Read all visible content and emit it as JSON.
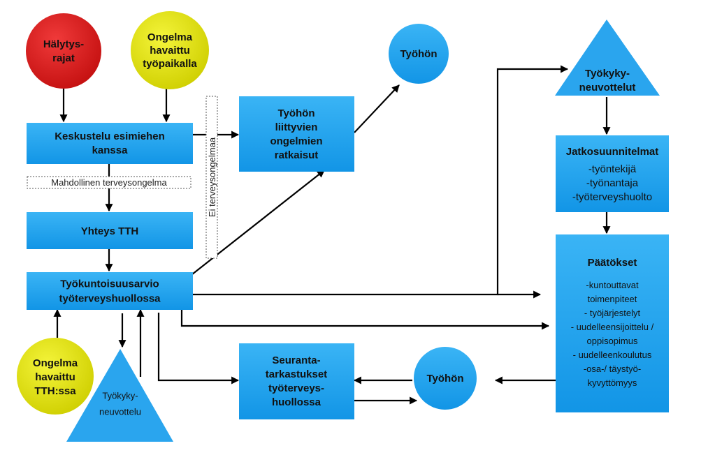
{
  "colors": {
    "box": "#22a7f0",
    "red_circle": "#dd1a1a",
    "yellow_circle": "#e6e600",
    "blue_circle": "#22a7f0",
    "triangle": "#2aa5ee",
    "line": "#000000"
  },
  "nodes": {
    "halytysrajat": [
      "Hälytys-",
      "rajat"
    ],
    "ongelma_tyopaikalla": [
      "Ongelma",
      "havaittu",
      "työpaikalla"
    ],
    "keskustelu": [
      "Keskustelu esimiehen",
      "kanssa"
    ],
    "yhteys_tth": [
      "Yhteys TTH"
    ],
    "tyokuntoisuusarvio": [
      "Työkuntoisuusarvio",
      "työterveyshuollossa"
    ],
    "ongelmien_ratkaisut": [
      "Työhön",
      "liittyvien",
      "ongelmien",
      "ratkaisut"
    ],
    "tyohon_top": [
      "Työhön"
    ],
    "tyokykyneuvottelut": [
      "Työkyky-",
      "neuvottelut"
    ],
    "jatkosuunnitelmat_title": "Jatkosuunnitelmat",
    "jatkosuunnitelmat_items": [
      "-työntekijä",
      "-työnantaja",
      "-työterveyshuolto"
    ],
    "paatokset_title": "Päätökset",
    "paatokset_items": [
      "-kuntouttavat",
      "toimenpiteet",
      "- työjärjestelyt",
      "- uudelleensijoittelu /",
      "oppisopimus",
      "- uudelleenkoulutus",
      "-osa-/ täystyö-",
      "kyvyttömyys"
    ],
    "ongelma_tth": [
      "Ongelma",
      "havaittu",
      "TTH:ssa"
    ],
    "tyokykyneuvottelu": [
      "Työkyky-",
      "neuvottelu"
    ],
    "seurantatarkastukset": [
      "Seuranta-",
      "tarkastukset",
      "työterveys-",
      "huollossa"
    ],
    "tyohon_bottom": [
      "Työhön"
    ]
  },
  "labels": {
    "mahdollinen": "Mahdollinen terveysongelma",
    "ei_terveysongelmaa": "Ei terveysongelmaa"
  }
}
